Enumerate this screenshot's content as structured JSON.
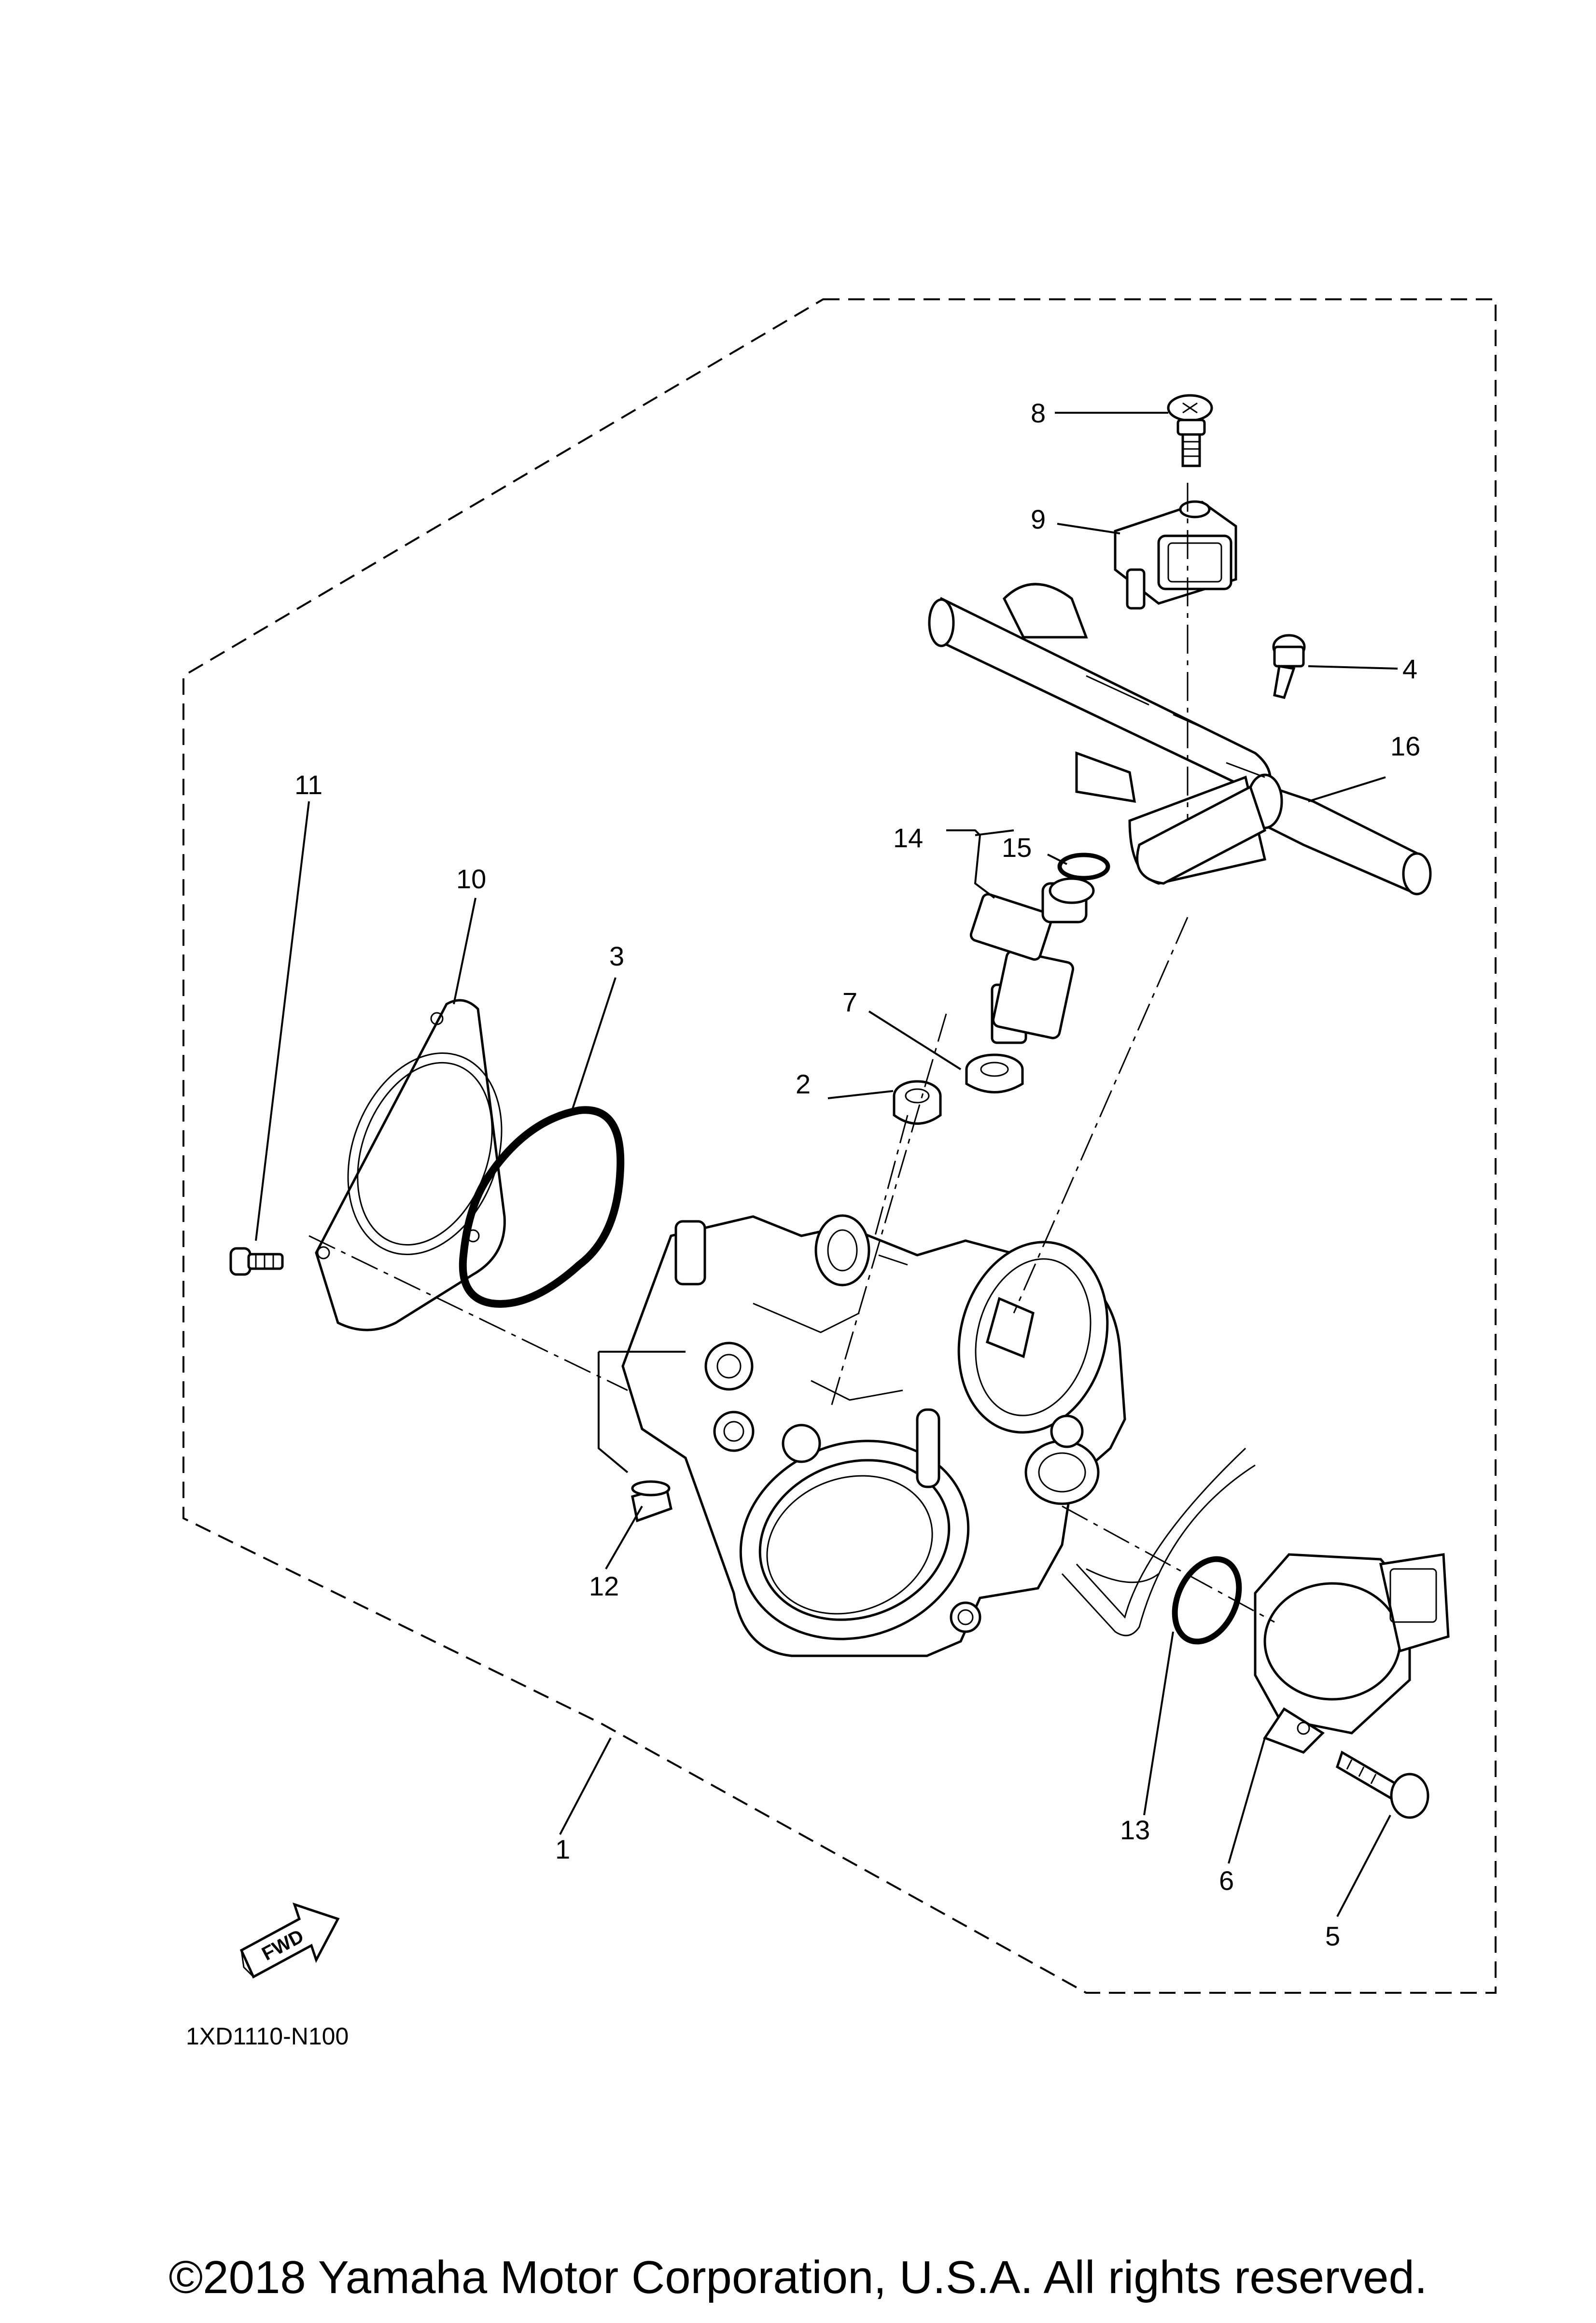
{
  "diagram_code": "1XD1110-N100",
  "copyright": "©2018 Yamaha Motor Corporation, U.S.A. All rights reserved.",
  "fwd_label": "FWD",
  "callouts": {
    "c1": "1",
    "c2": "2",
    "c3": "3",
    "c4": "4",
    "c5": "5",
    "c6": "6",
    "c7": "7",
    "c8": "8",
    "c9": "9",
    "c10": "10",
    "c11": "11",
    "c12": "12",
    "c13": "13",
    "c14": "14",
    "c15": "15",
    "c16": "16"
  }
}
